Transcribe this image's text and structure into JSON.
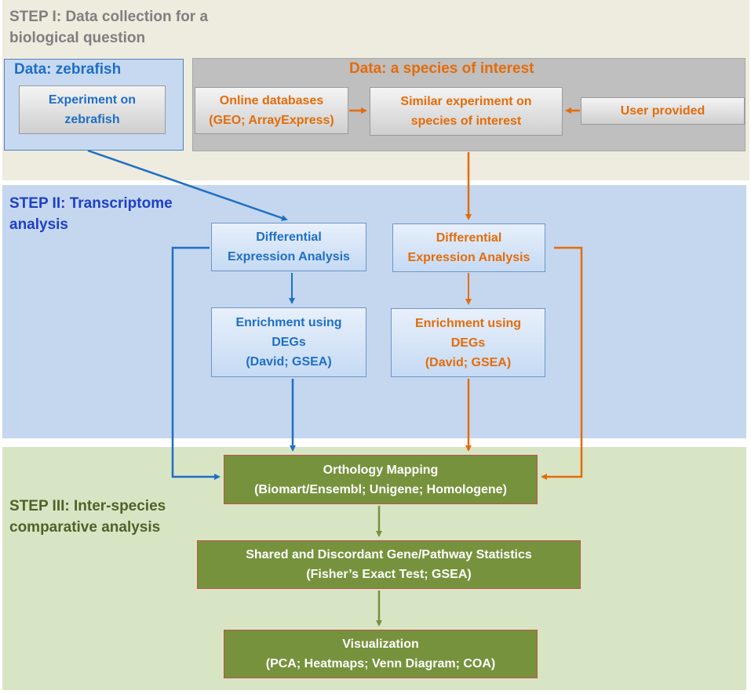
{
  "step1": {
    "title_line1": "STEP I: Data collection for a",
    "title_line2": "biological question",
    "zebrafish": {
      "title": "Data: zebrafish",
      "experiment_line1": "Experiment on",
      "experiment_line2": "zebrafish"
    },
    "species": {
      "title": "Data: a species of interest",
      "online_line1": "Online databases",
      "online_line2": "(GEO; ArrayExpress)",
      "similar_line1": "Similar experiment on",
      "similar_line2": "species of interest",
      "user": "User provided"
    }
  },
  "step2": {
    "title_line1": "STEP II: Transcriptome",
    "title_line2": "analysis",
    "zebra_dea_line1": "Differential",
    "zebra_dea_line2": "Expression  Analysis",
    "zebra_enrich_line1": "Enrichment  using",
    "zebra_enrich_line2": "DEGs",
    "zebra_enrich_line3": "(David;  GSEA)",
    "species_dea_line1": "Differential",
    "species_dea_line2": "Expression  Analysis",
    "species_enrich_line1": "Enrichment  using",
    "species_enrich_line2": "DEGs",
    "species_enrich_line3": "(David;  GSEA)"
  },
  "step3": {
    "title_line1": "STEP III: Inter-species",
    "title_line2": "comparative analysis",
    "orthology_line1": "Orthology  Mapping",
    "orthology_line2": "(Biomart/Ensembl;  Unigene; Homologene)",
    "shared_line1": "Shared and Discordant Gene/Pathway Statistics",
    "shared_line2": "(Fisher’s Exact Test; GSEA)",
    "visual_line1": "Visualization",
    "visual_line2": "(PCA; Heatmaps;  Venn Diagram;  COA)"
  },
  "colors": {
    "zebrafish_blue": "#1f6fc5",
    "species_orange": "#e46c0a",
    "step3_green": "#76923c",
    "step2_title_blue": "#1f3fc6"
  }
}
